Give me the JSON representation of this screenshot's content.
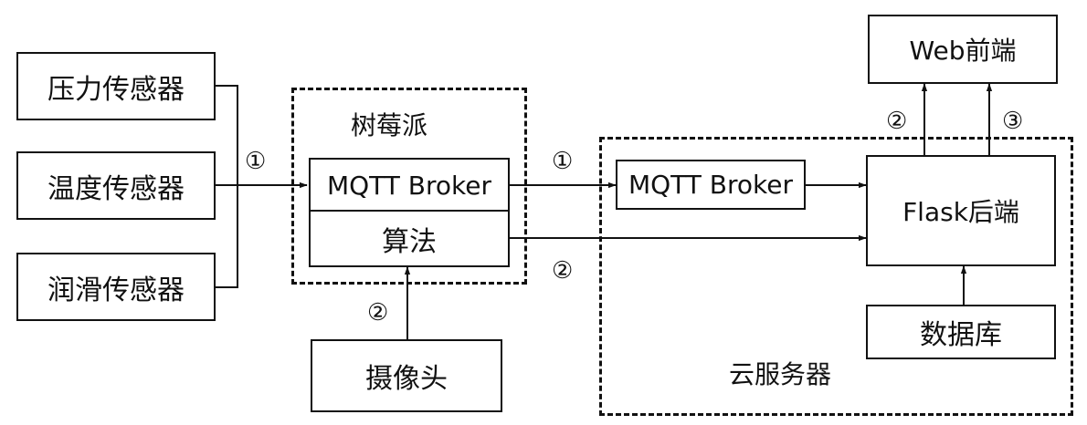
{
  "sensors": {
    "pressure": "压力传感器",
    "temperature": "温度传感器",
    "lubrication": "润滑传感器"
  },
  "raspberry_pi": {
    "title": "树莓派",
    "broker": "MQTT Broker",
    "algorithm": "算法"
  },
  "camera": "摄像头",
  "cloud": {
    "title": "云服务器",
    "broker": "MQTT Broker",
    "backend": "Flask后端",
    "database": "数据库"
  },
  "frontend": "Web前端",
  "markers": {
    "sensors_to_pi": "①",
    "pi_to_cloud_broker": "①",
    "algorithm_to_backend": "②",
    "camera_to_pi": "②",
    "backend_to_frontend_left": "②",
    "backend_to_frontend_right": "③"
  }
}
